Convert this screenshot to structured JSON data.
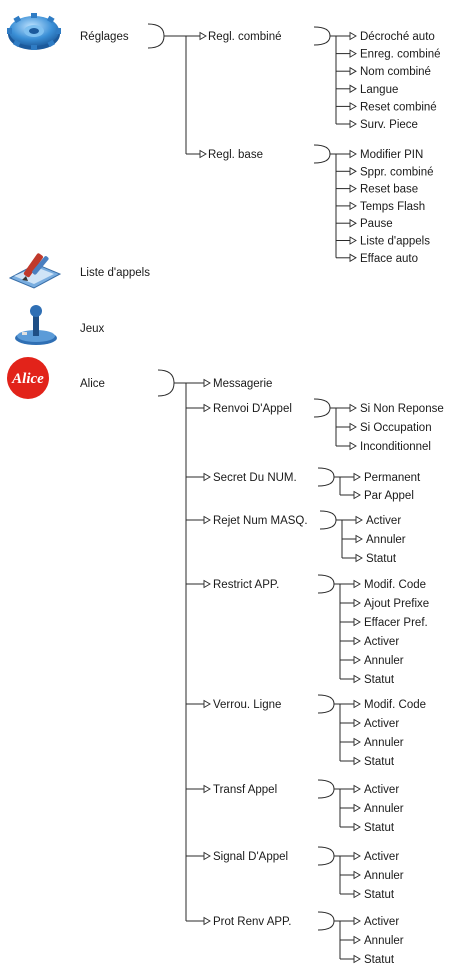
{
  "colors": {
    "gear": "#3a8fd6",
    "alice_red": "#e2231a",
    "line": "#2a2a2a"
  },
  "sections": [
    {
      "icon": "gear-icon",
      "label": "Réglages",
      "submenus": [
        {
          "label": "Regl. combiné",
          "items": [
            "Décroché auto",
            "Enreg. combiné",
            "Nom combiné",
            "Langue",
            "Reset combiné",
            "Surv. Piece"
          ]
        },
        {
          "label": "Regl. base",
          "items": [
            "Modifier PIN",
            "Sppr. combiné",
            "Reset base",
            "Temps Flash",
            "Pause",
            "Liste d'appels",
            "Efface auto"
          ]
        }
      ]
    },
    {
      "icon": "call-list-icon",
      "label": "Liste d'appels",
      "submenus": []
    },
    {
      "icon": "joystick-icon",
      "label": "Jeux",
      "submenus": []
    },
    {
      "icon": "alice-logo-icon",
      "logo_text": "Alice",
      "label": "Alice",
      "submenus": [
        {
          "label": "Messagerie",
          "items": []
        },
        {
          "label": "Renvoi D'Appel",
          "items": [
            "Si Non Reponse",
            "Si Occupation",
            "Inconditionnel"
          ]
        },
        {
          "label": "Secret Du NUM.",
          "items": [
            "Permanent",
            "Par Appel"
          ]
        },
        {
          "label": "Rejet Num MASQ.",
          "items": [
            "Activer",
            "Annuler",
            "Statut"
          ]
        },
        {
          "label": "Restrict APP.",
          "items": [
            "Modif. Code",
            "Ajout Prefixe",
            "Effacer Pref.",
            "Activer",
            "Annuler",
            "Statut"
          ]
        },
        {
          "label": "Verrou. Ligne",
          "items": [
            "Modif. Code",
            "Activer",
            "Annuler",
            "Statut"
          ]
        },
        {
          "label": "Transf Appel",
          "items": [
            "Activer",
            "Annuler",
            "Statut"
          ]
        },
        {
          "label": "Signal D'Appel",
          "items": [
            "Activer",
            "Annuler",
            "Statut"
          ]
        },
        {
          "label": "Prot Renv APP.",
          "items": [
            "Activer",
            "Annuler",
            "Statut"
          ]
        }
      ]
    }
  ]
}
